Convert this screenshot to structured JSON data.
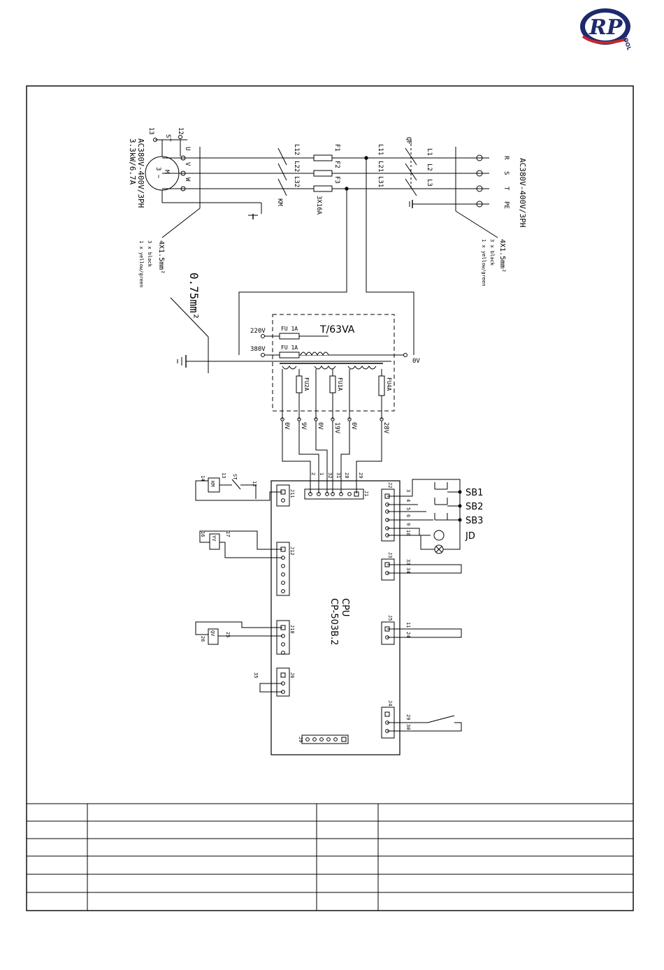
{
  "logo": {
    "text": "RP",
    "sub": "TOOLS",
    "color": "#1e2a6e",
    "accent": "#c62828"
  },
  "colors": {
    "line": "#000000",
    "background": "#ffffff"
  },
  "motor": {
    "symbol": "M",
    "phase": "3 ~",
    "spec_voltage": "AC380V-400V/3PH",
    "spec_power": "3.3kW/6.7A",
    "terminals": [
      "U",
      "V",
      "W"
    ],
    "thermal": "ST",
    "thermal_left": "13",
    "thermal_right": "12"
  },
  "supply": {
    "spec": "AC380V-400V/3PH",
    "terminals": [
      "R",
      "S",
      "T",
      "PE"
    ],
    "cable": {
      "size": "4X1.5mm²",
      "cores": "3 x black",
      "earth": "1 x yellow/green"
    }
  },
  "motor_cable": {
    "size": "4X1.5mm²",
    "cores": "3 x black",
    "earth": "1 x yellow/green"
  },
  "power": {
    "switch": "QF",
    "switch_in": [
      "L1",
      "L2",
      "L3"
    ],
    "switch_out": [
      "L11",
      "L21",
      "L31"
    ],
    "fuses": [
      "F1",
      "F2",
      "F3"
    ],
    "fuse_spec": "3X16A",
    "contactor": "KM",
    "contactor_out": [
      "L12",
      "L22",
      "L32"
    ]
  },
  "earth_wire": "0.75mm²",
  "transformer": {
    "label": "T/63VA",
    "primary_220": "220V",
    "primary_380": "380V",
    "primary_0": "0V",
    "fuse_primary": [
      "FU 1A",
      "FU 1A"
    ],
    "fuse_secondary": [
      "FU2A",
      "FU1A",
      "FU4A"
    ],
    "outputs": [
      "0V",
      "9V",
      "0V",
      "19V",
      "0V",
      "28V"
    ]
  },
  "cpu": {
    "name": "CPU",
    "model": "CP-503B.2",
    "connectors": {
      "j1": "J1",
      "j1_pins": [
        "2",
        "1",
        "32",
        "31",
        "28",
        "29"
      ],
      "j2": "J2",
      "j2_pins": [
        "3",
        "4",
        "5",
        "6",
        "9",
        "10"
      ],
      "j3": "J3",
      "j3_pins": [
        "33",
        "34"
      ],
      "j4": "J4",
      "j4_pins": [
        "29",
        "30"
      ],
      "j5": "J5",
      "j5_pins": [
        "11",
        "24"
      ],
      "j6": "J6",
      "j6_label": "35",
      "j9": "J9",
      "j10": "J10",
      "j11": "J11",
      "j12": "J12"
    }
  },
  "controls": {
    "buttons": [
      "SB1",
      "SB2",
      "SB3"
    ],
    "lamp": "JD",
    "km_coil": "KM",
    "km_label": "14",
    "km_st": "ST",
    "km_st_left": "13",
    "km_st_right": "12",
    "yv_coil": "YV",
    "yv_left": "16",
    "yv_right": "17",
    "qv_coil": "QV",
    "qv_left": "26",
    "qv_right": "25"
  },
  "parts_table": {
    "rows": [
      [
        "",
        "",
        "",
        ""
      ],
      [
        "",
        "",
        "",
        ""
      ],
      [
        "",
        "",
        "",
        ""
      ],
      [
        "",
        "",
        "",
        ""
      ],
      [
        "",
        "",
        "",
        ""
      ],
      [
        "",
        "",
        "",
        ""
      ]
    ]
  }
}
